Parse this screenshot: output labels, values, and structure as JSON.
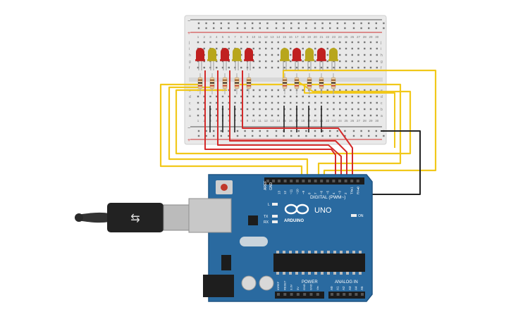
{
  "board": {
    "brand": "ARDUINO",
    "model": "UNO",
    "on_label": "ON",
    "l_label": "L",
    "tx_label": "TX",
    "rx_label": "RX",
    "digital_label": "DIGITAL (PWM~)",
    "aref_label": "AREF",
    "gnd_label": "GND",
    "power_label": "POWER",
    "analog_label": "ANALOG IN",
    "digital_pins": [
      "13",
      "12",
      "~11",
      "~10",
      "~9",
      "8",
      "7",
      "~6",
      "~5",
      "4",
      "~3",
      "2",
      "TX▸1",
      "RX◂0"
    ],
    "power_pins": [
      "IOREF",
      "RESET",
      "3.3V",
      "5V",
      "GND",
      "GND",
      "Vin"
    ],
    "analog_pins": [
      "A0",
      "A1",
      "A2",
      "A3",
      "A4",
      "A5"
    ]
  },
  "breadboard": {
    "rail_plus": "+",
    "rail_minus": "−",
    "row_letters_top": [
      "j",
      "i",
      "h",
      "g",
      "f"
    ],
    "row_letters_bottom": [
      "e",
      "d",
      "c",
      "b",
      "a"
    ],
    "column_numbers": [
      "1",
      "2",
      "3",
      "4",
      "5",
      "6",
      "7",
      "8",
      "9",
      "10",
      "11",
      "12",
      "13",
      "14",
      "15",
      "16",
      "17",
      "18",
      "19",
      "20",
      "21",
      "22",
      "23",
      "24",
      "25",
      "26",
      "27",
      "28",
      "29",
      "30"
    ]
  },
  "leds": [
    "red",
    "yellow",
    "red",
    "yellow",
    "red",
    "yellow",
    "red",
    "yellow",
    "red",
    "yellow"
  ],
  "colors": {
    "board": "#2a6aa0",
    "board_edge": "#1e5483",
    "breadboard": "#e6e6e6",
    "rail_red": "#d03030",
    "rail_blue": "#555555",
    "wire_red": "#d42a2a",
    "wire_yellow": "#f1c81a",
    "wire_black": "#222222",
    "led_red": "#c02020",
    "led_yellow": "#b8a61c"
  }
}
